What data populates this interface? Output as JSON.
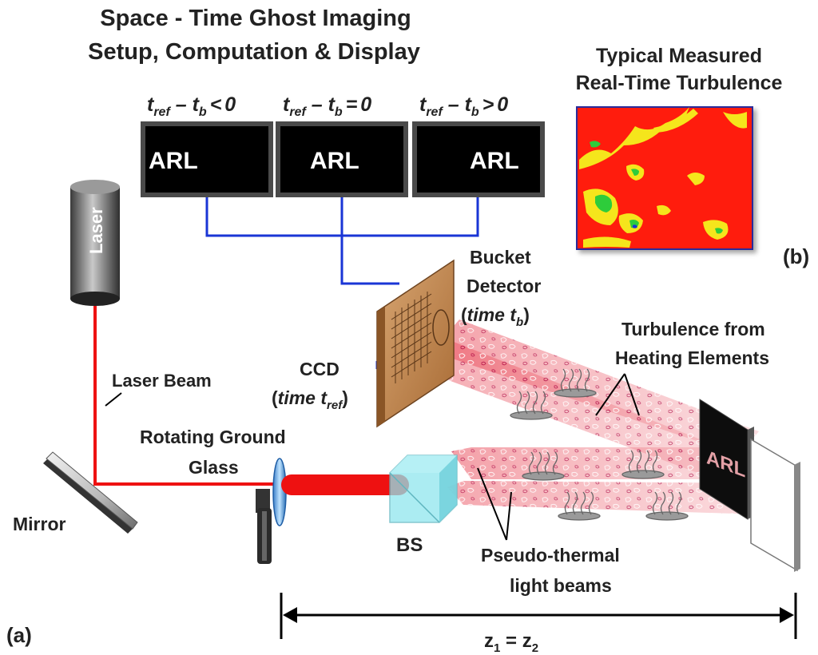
{
  "title": {
    "line1": "Space - Time Ghost Imaging",
    "line2": "Setup, Computation & Display"
  },
  "monitors": [
    {
      "relation": "<",
      "text": "ARL"
    },
    {
      "relation": "=",
      "text": "ARL"
    },
    {
      "relation": ">",
      "text": "ARL"
    }
  ],
  "monitor_label": {
    "t": "t",
    "ref": "ref",
    "minus": " – ",
    "b": "b",
    "zero": "0"
  },
  "turbulence_image": {
    "title_line1": "Typical Measured",
    "title_line2": "Real-Time Turbulence"
  },
  "panel_labels": {
    "a": "(a)",
    "b": "(b)"
  },
  "components": {
    "laser": "Laser",
    "laser_beam": "Laser Beam",
    "mirror": "Mirror",
    "ground_glass_line1": "Rotating Ground",
    "ground_glass_line2": "Glass",
    "bs": "BS",
    "ccd_line1": "CCD",
    "ccd_time": "time t",
    "ccd_sub": "ref",
    "bucket_line1": "Bucket",
    "bucket_line2": "Detector",
    "bucket_time": "time t",
    "bucket_sub": "b",
    "turb_line1": "Turbulence from",
    "turb_line2": "Heating Elements",
    "pseudo_line1": "Pseudo-thermal",
    "pseudo_line2": "light beams",
    "target_text": "ARL"
  },
  "distance": {
    "z": "z",
    "sub1": "1",
    "eq": " = ",
    "sub2": "2"
  },
  "colors": {
    "laser_red": "#ee1111",
    "wire_blue": "#1a35d6",
    "turbulence_red": "#ff1a0a",
    "turbulence_yellow": "#f5e51a",
    "turbulence_green": "#2fcc3a",
    "bs_cyan": "#8fe6ee"
  }
}
